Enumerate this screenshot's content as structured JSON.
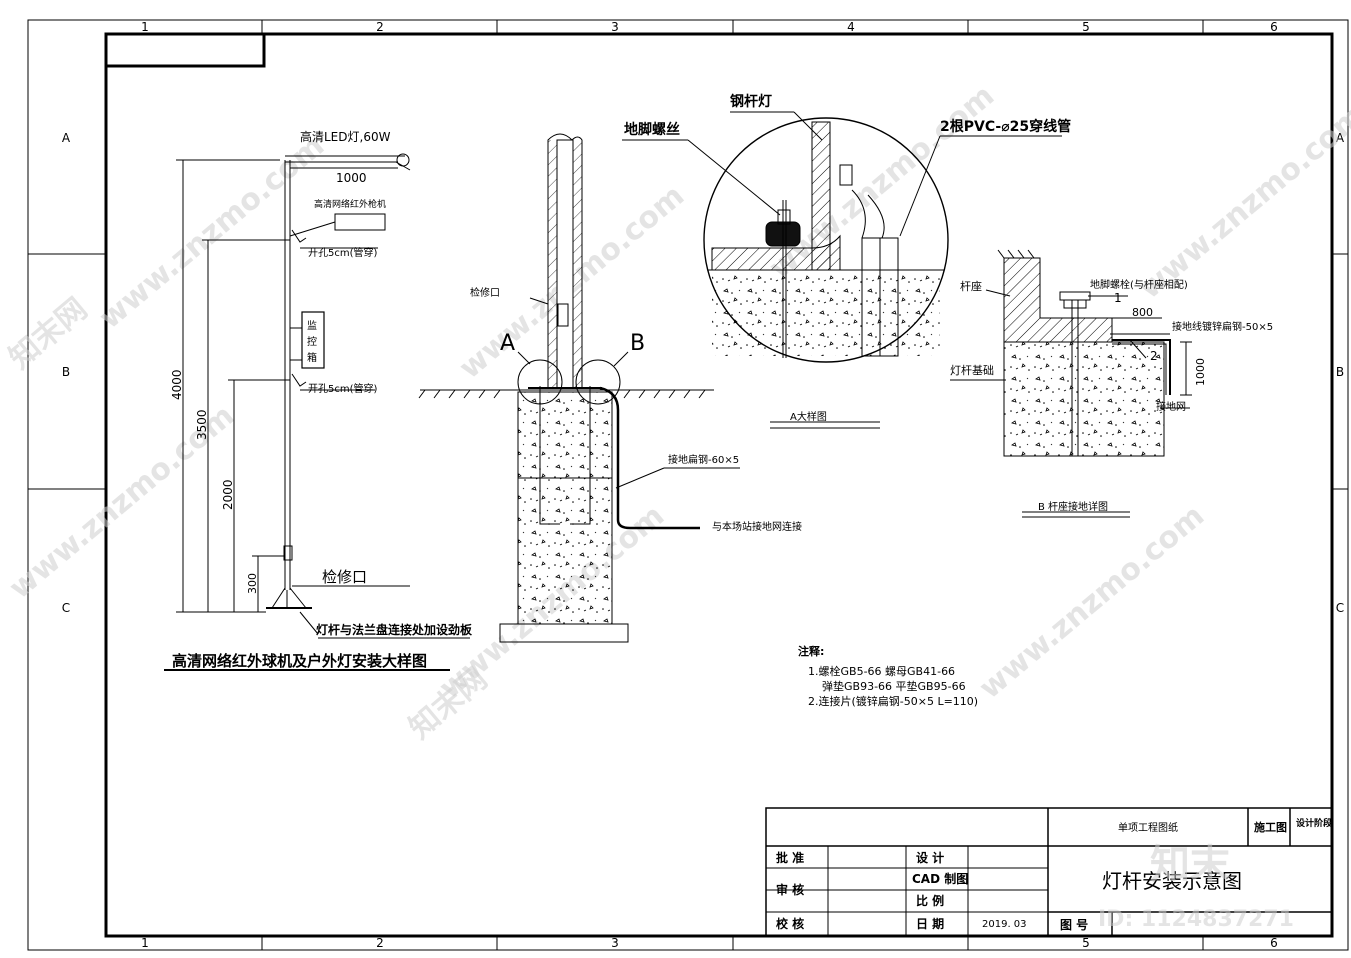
{
  "frame": {
    "columns": [
      "1",
      "2",
      "3",
      "4",
      "5",
      "6"
    ],
    "rows": [
      "A",
      "B",
      "C"
    ]
  },
  "pole_detail": {
    "lamp_label": "高清LED灯,60W",
    "arm_length": "1000",
    "camera_label": "高清网络红外枪机",
    "hole_label_upper": "开孔5cm(管穿)",
    "cabinet_label": [
      "监",
      "控",
      "箱"
    ],
    "hole_label_lower": "开孔5cm(管穿)",
    "dim_total": "4000",
    "dim_camera": "3500",
    "dim_cabinet": "2000",
    "dim_hatch": "300",
    "hatch_label": "检修口",
    "stiffener_label": "灯杆与法兰盘连接处加设劲板",
    "caption": "高清网络红外球机及户外灯安装大样图"
  },
  "foundation_detail": {
    "hatch_label": "检修口",
    "mark_a": "A",
    "mark_b": "B",
    "ground_strap_label": "接地扁钢-60×5",
    "ground_net_label": "与本场站接地网连接"
  },
  "detail_a": {
    "steel_pole_label": "钢杆灯",
    "anchor_bolt_label": "地脚螺丝",
    "conduit_label": "2根PVC-⌀25穿线管",
    "caption": "A大样图"
  },
  "detail_b": {
    "base_label": "杆座",
    "anchor_label": "地脚螺栓(与杆座相配)",
    "item_1": "1",
    "dim_800": "800",
    "ground_wire_label": "接地线镀锌扁钢-50×5",
    "item_2": "2",
    "dim_1000": "1000",
    "foundation_label": "灯杆基础",
    "ground_net_label": "接地网",
    "caption": "B 杆座接地详图"
  },
  "notes": {
    "title": "注释:",
    "line1": "1.螺栓GB5-66    螺母GB41-66",
    "line2": "弹垫GB93-66    平垫GB95-66",
    "line3": "2.连接片(镀锌扁钢-50×5 L=110)"
  },
  "title_block": {
    "project": "单项工程图纸",
    "stage": "施工图",
    "stage_header": "设计阶段",
    "approve": "批  准",
    "review": "审  核",
    "check": "校  核",
    "design": "设  计",
    "cad": "CAD 制图",
    "scale": "比  例",
    "date": "日  期",
    "date_value": "2019. 03",
    "drawing_title": "灯杆安装示意图",
    "drawing_no": "图  号"
  },
  "watermark": {
    "text": "www.znzmo.com",
    "brand": "知末网",
    "logo": "知末",
    "id": "ID: 1124837271"
  }
}
